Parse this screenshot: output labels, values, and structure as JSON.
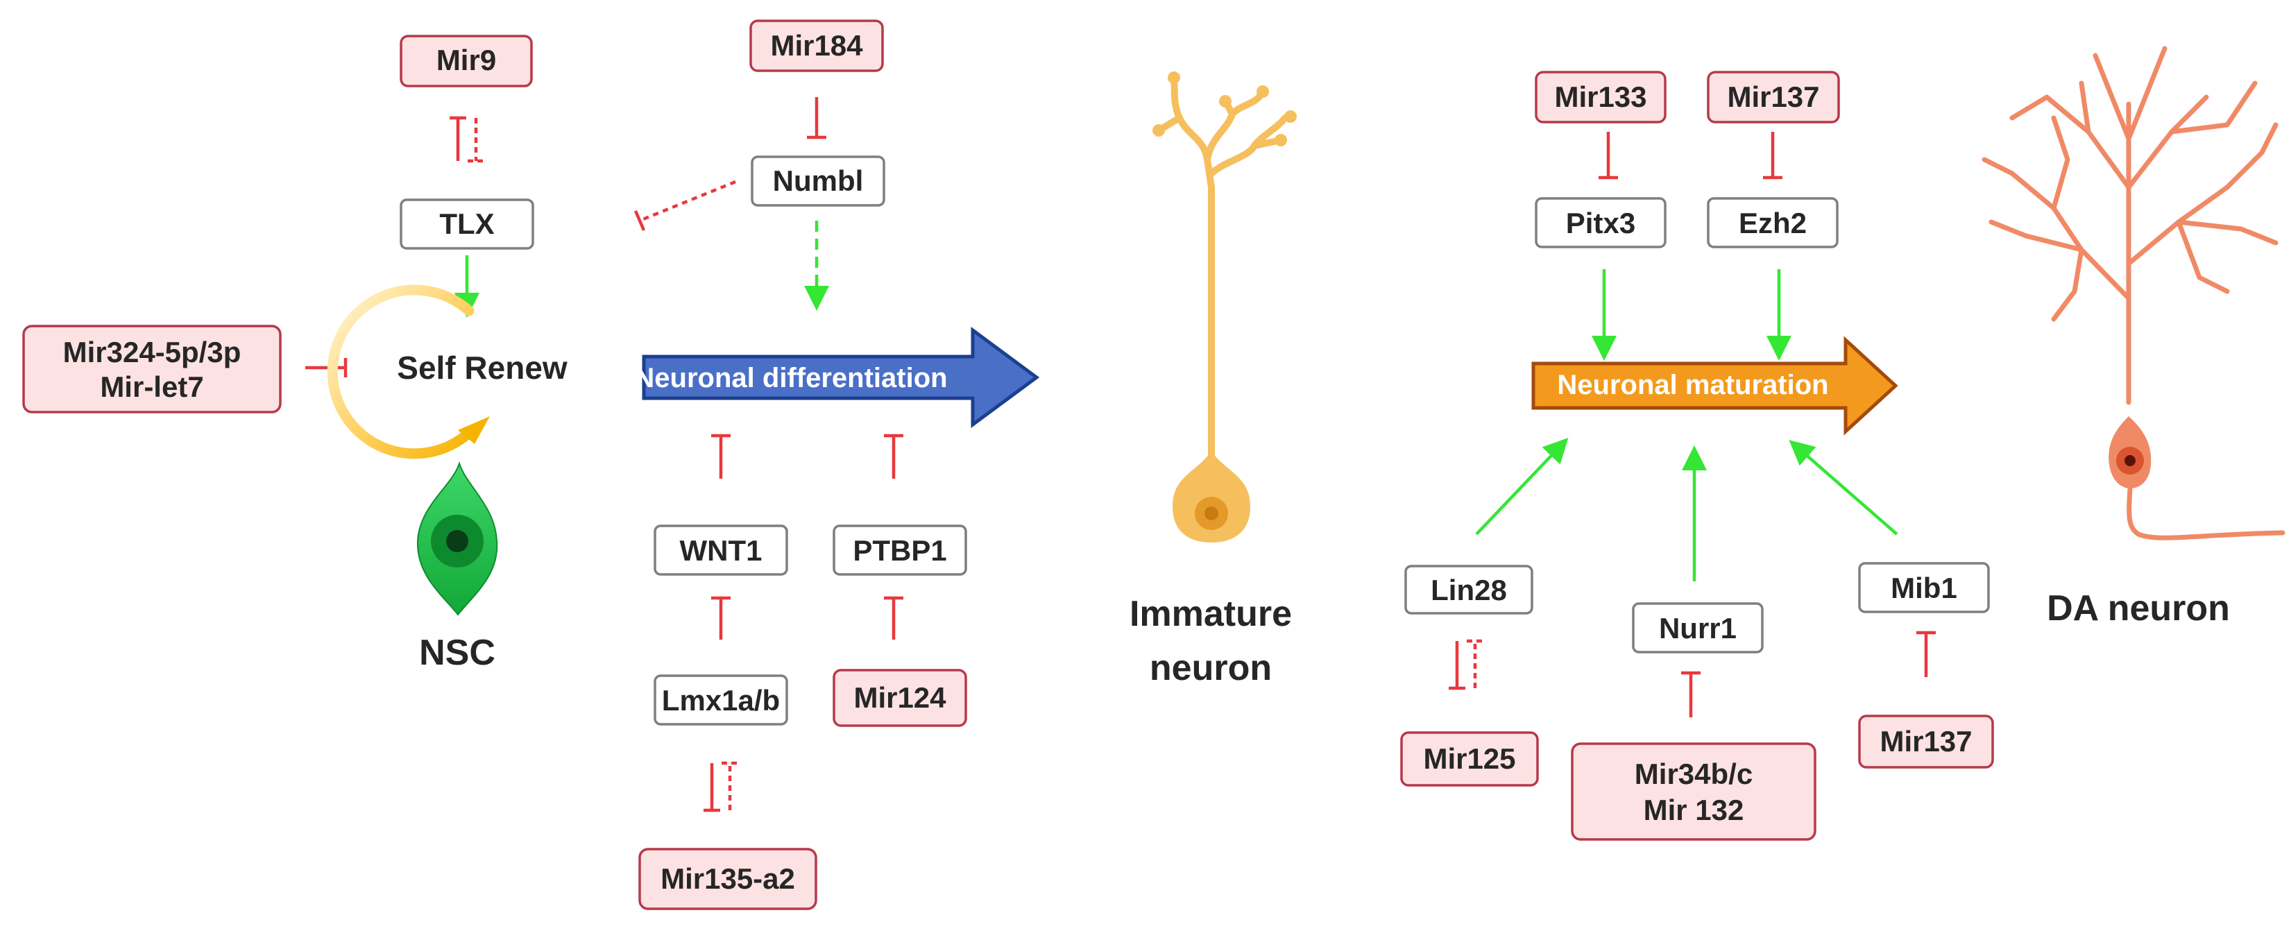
{
  "mirnas": {
    "mir9": "Mir9",
    "mir184": "Mir184",
    "mir324": [
      "Mir324-5p/3p",
      "Mir-let7"
    ],
    "mir135a2": "Mir135-a2",
    "mir124": "Mir124",
    "mir133": "Mir133",
    "mir137_top": "Mir137",
    "mir125": "Mir125",
    "mir34": [
      "Mir34b/c",
      "Mir 132"
    ],
    "mir137_bottom": "Mir137"
  },
  "genes": {
    "tlx": "TLX",
    "numbl": "Numbl",
    "wnt1": "WNT1",
    "ptbp1": "PTBP1",
    "lmx1": "Lmx1a/b",
    "pitx3": "Pitx3",
    "ezh2": "Ezh2",
    "lin28": "Lin28",
    "nurr1": "Nurr1",
    "mib1": "Mib1"
  },
  "processes": {
    "self_renew": "Self Renew",
    "neuronal_differentiation": "Neuronal differentiation",
    "neuronal_maturation": "Neuronal maturation"
  },
  "cells": {
    "nsc": "NSC",
    "immature_neuron": [
      "Immature",
      "neuron"
    ],
    "da_neuron": "DA neuron"
  },
  "colors": {
    "mirna_fill": "#fde2e3",
    "mirna_border": "#b53a4a",
    "gene_border": "#7f7f7f",
    "inhibition": "#e8383d",
    "activation": "#35e635",
    "differentiation_arrow": "#4a6fc7",
    "maturation_arrow": "#f39a1e",
    "nsc_cell": "#19c040",
    "immature_neuron_cell": "#f6bf5e",
    "da_neuron_cell": "#f08a66"
  }
}
